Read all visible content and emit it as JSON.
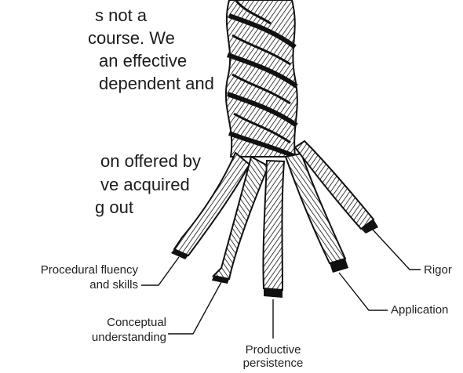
{
  "paragraphs": [
    [
      "s not a",
      " course. We",
      "an effective",
      "dependent and"
    ],
    [
      "on offered by",
      "ve acquired",
      "g out"
    ]
  ],
  "strands": [
    {
      "name": "Procedural fluency and skills",
      "lines": [
        "Procedural fluency",
        "and skills"
      ]
    },
    {
      "name": "Conceptual understanding",
      "lines": [
        "Conceptual",
        "understanding"
      ]
    },
    {
      "name": "Productive persistence",
      "lines": [
        "Productive",
        "persistence"
      ]
    },
    {
      "name": "Application",
      "lines": [
        "Application"
      ]
    },
    {
      "name": "Rigor",
      "lines": [
        "Rigor"
      ]
    }
  ],
  "colors": {
    "ink": "#111111",
    "text": "#1c1c1c",
    "background": "#ffffff"
  }
}
